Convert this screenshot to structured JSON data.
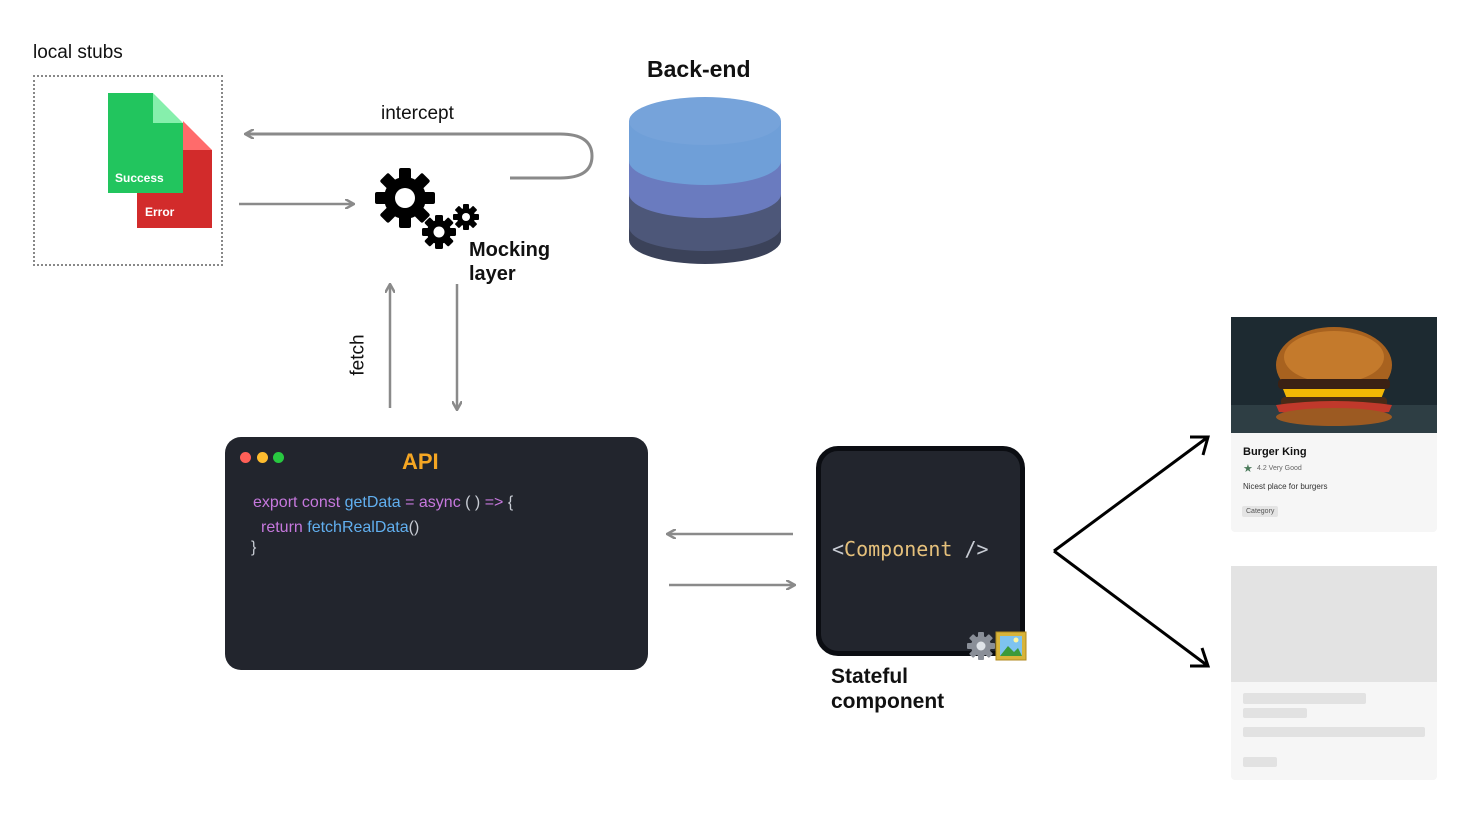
{
  "stubs": {
    "label": "local stubs",
    "success_label": "Success",
    "error_label": "Error"
  },
  "backend": {
    "title": "Back-end"
  },
  "edges": {
    "intercept": "intercept",
    "fetch": "fetch"
  },
  "mocking": {
    "label": "Mocking layer",
    "icon": "gears-icon"
  },
  "api": {
    "title": "API",
    "code": {
      "line1_kw1": "export const ",
      "line1_fn": "getData",
      "line1_kw2": " = async",
      "line1_rest": " ( ) ",
      "line1_arrow": "=>",
      "line1_end": " {",
      "line2_kw": "return ",
      "line2_fn": "fetchRealData",
      "line2_rest": "()",
      "line3": "}"
    }
  },
  "component": {
    "open": "<",
    "name": "Component",
    "close": " />",
    "stateful_label_1": "Stateful",
    "stateful_label_2": "component",
    "badge_icons": [
      "gear-icon",
      "picture-icon"
    ]
  },
  "card": {
    "title": "Burger King",
    "rating": "4.2  Very Good",
    "description": "Nicest place for burgers",
    "chip": "Category"
  },
  "colors": {
    "success": "#22c55e",
    "error": "#d22b2b",
    "api_title": "#f5a623",
    "code_bg": "#22252d",
    "db_top": "#6f9fd8",
    "db_mid": "#6a7bbf",
    "db_low": "#4d5779",
    "db_bottom": "#3b4259"
  }
}
